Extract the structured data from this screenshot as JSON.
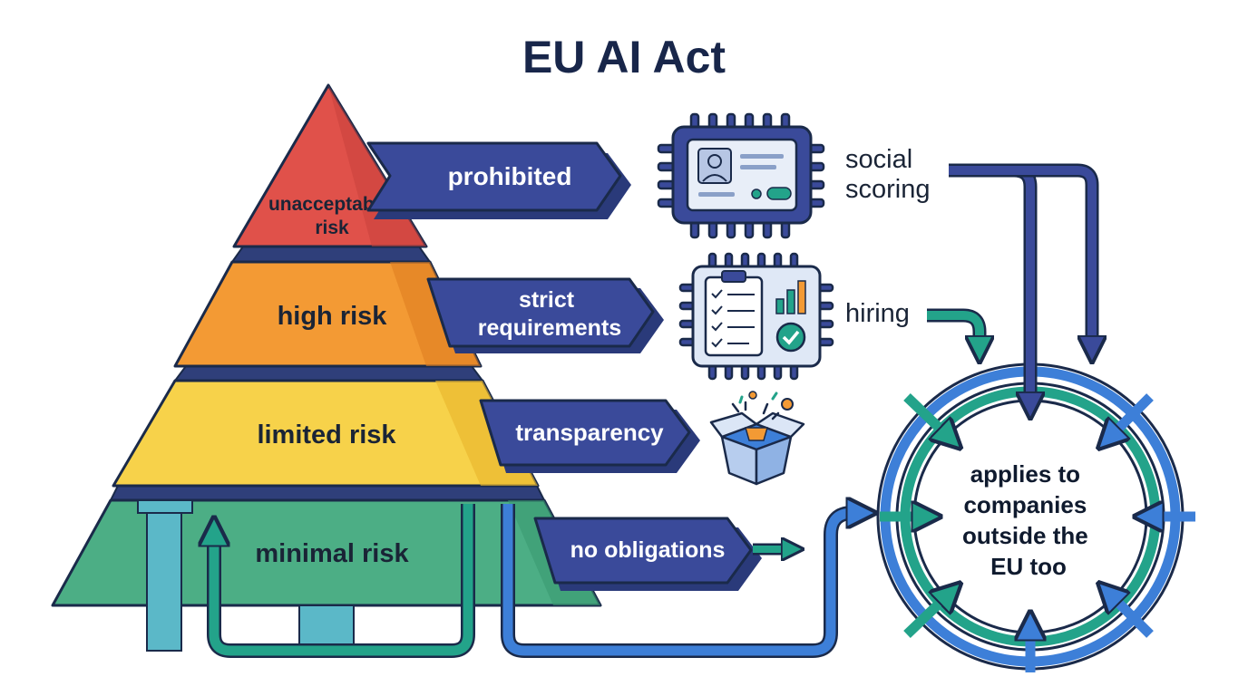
{
  "title": "EU AI Act",
  "tiers": [
    {
      "label_lines": [
        "unacceptable",
        "risk"
      ],
      "color": "#e0514a",
      "banner": [
        "prohibited"
      ],
      "example_lines": [
        "social",
        "scoring"
      ],
      "example_icon": "id-card-chip-icon"
    },
    {
      "label_lines": [
        "high risk"
      ],
      "color": "#f39a34",
      "banner": [
        "strict",
        "requirements"
      ],
      "example_lines": [
        "hiring"
      ],
      "example_icon": "clipboard-chart-chip-icon"
    },
    {
      "label_lines": [
        "limited risk"
      ],
      "color": "#f7d24a",
      "banner": [
        "transparency"
      ],
      "example_lines": [],
      "example_icon": "open-box-icon"
    },
    {
      "label_lines": [
        "minimal risk"
      ],
      "color": "#4cae85",
      "banner": [
        "no obligations"
      ],
      "example_lines": [],
      "example_icon": ""
    }
  ],
  "scope": {
    "lines": [
      "applies to",
      "companies",
      "outside the",
      "EU too"
    ]
  },
  "colors": {
    "navy": "#1f2d5a",
    "banner": "#3a4a9a",
    "teal": "#23a38a",
    "blue": "#3d7fd8",
    "dark_outline": "#1a2a4a"
  }
}
